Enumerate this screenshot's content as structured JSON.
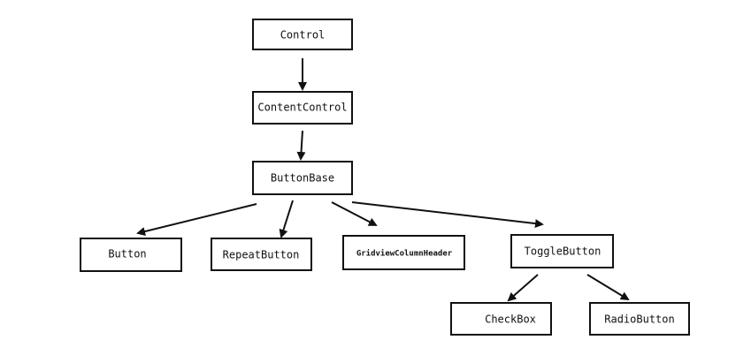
{
  "nodes": {
    "control": "Control",
    "content_control": "ContentControl",
    "button_base": "ButtonBase",
    "button": "Button",
    "repeat_button": "RepeatButton",
    "gridview_column_header": "GridviewColumnHeader",
    "toggle_button": "ToggleButton",
    "check_box": "CheckBox",
    "radio_button": "RadioButton"
  },
  "edges": [
    {
      "from": "control",
      "to": "content_control"
    },
    {
      "from": "content_control",
      "to": "button_base"
    },
    {
      "from": "button_base",
      "to": "button"
    },
    {
      "from": "button_base",
      "to": "repeat_button"
    },
    {
      "from": "button_base",
      "to": "gridview_column_header"
    },
    {
      "from": "button_base",
      "to": "toggle_button"
    },
    {
      "from": "toggle_button",
      "to": "check_box"
    },
    {
      "from": "toggle_button",
      "to": "radio_button"
    }
  ]
}
